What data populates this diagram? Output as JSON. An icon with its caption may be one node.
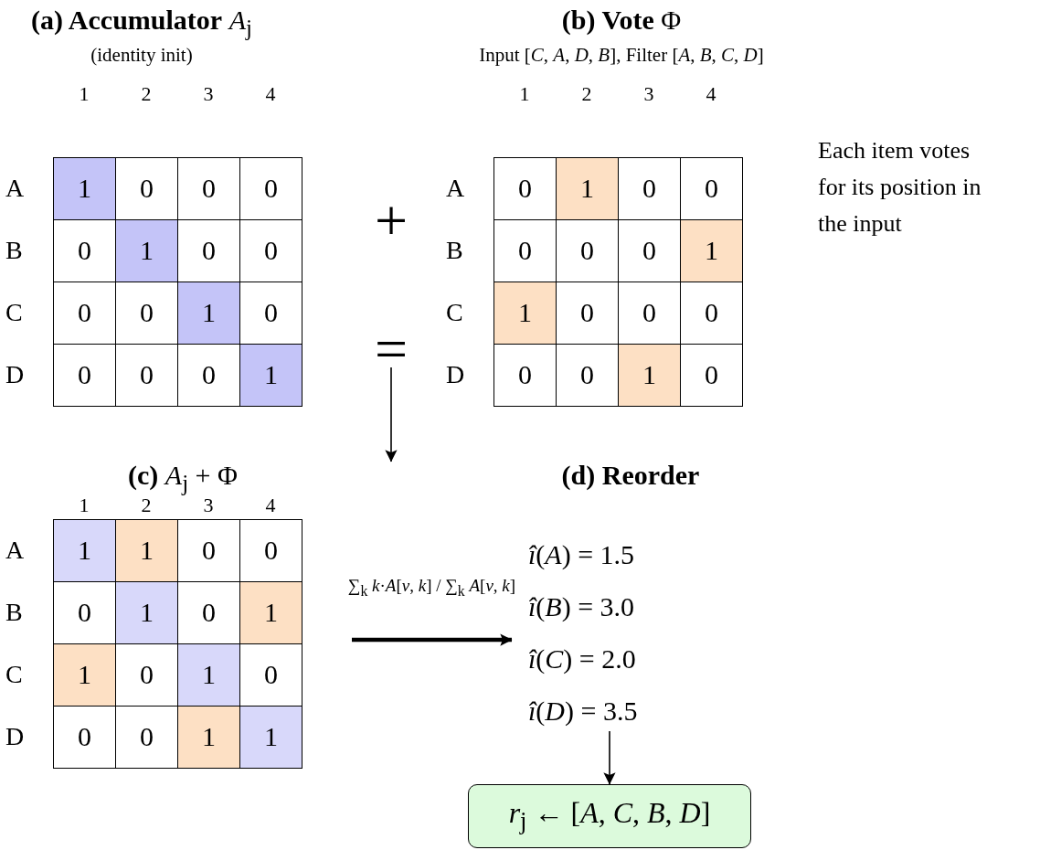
{
  "diagram": {
    "nodes": [
      {
        "text": [
          "**(a) Accumulator** *A*$_{j}$",
          "(identity init)"
        ]
      },
      {
        "text": [
          "**(b) Vote** Φ",
          "Input [*C*, *A*, *D*, *B*], Filter [*A*, *B*, *C*, *D*]"
        ]
      },
      {
        "text": [
          "="
        ]
      },
      {
        "text": [
          "**(c)** *A*$_{j}$ + Φ"
        ]
      },
      {
        "text": [
          "**(d) Reorder**",
          "*î*(*A*) = 1.5",
          "*î*(*B*) = 3.0",
          "*î*(*C*) = 2.0",
          "*î*(*D*) = 3.5"
        ]
      },
      {
        "text": [
          "*r*$_{j}$ ← [*A*, *C*, *B*, *D*]"
        ]
      }
    ],
    "edges": [
      {
        "from": 2,
        "to": null,
        "arrow": "to"
      },
      {
        "from": 3,
        "to": 4,
        "arrow": "to",
        "label": "∑$_{k}$ *k*·*A*[*v*, *k*] / ∑$_{k}$ *A*[*v*, *k*]",
        "style": "thick"
      },
      {
        "from": 4,
        "to": 5,
        "arrow": "to"
      }
    ],
    "labels": [
      "1",
      "2",
      "3",
      "4",
      "A",
      "1",
      "0",
      "0",
      "0",
      "B",
      "0",
      "1",
      "0",
      "0",
      "C",
      "0",
      "0",
      "1",
      "0",
      "D",
      "0",
      "0",
      "0",
      "1",
      "+",
      "1",
      "2",
      "3",
      "4",
      "A",
      "0",
      "1",
      "0",
      "0",
      "B",
      "0",
      "0",
      "0",
      "1",
      "C",
      "1",
      "0",
      "0",
      "0",
      "D",
      "0",
      "0",
      "1",
      "0",
      "Each item votes for its position in the input",
      "1",
      "2",
      "3",
      "4",
      "A",
      "1",
      "1",
      "0",
      "0",
      "B",
      "0",
      "1",
      "0",
      "1",
      "C",
      "1",
      "0",
      "1",
      "0",
      "D",
      "0",
      "0",
      "1",
      "1"
    ]
  }
}
